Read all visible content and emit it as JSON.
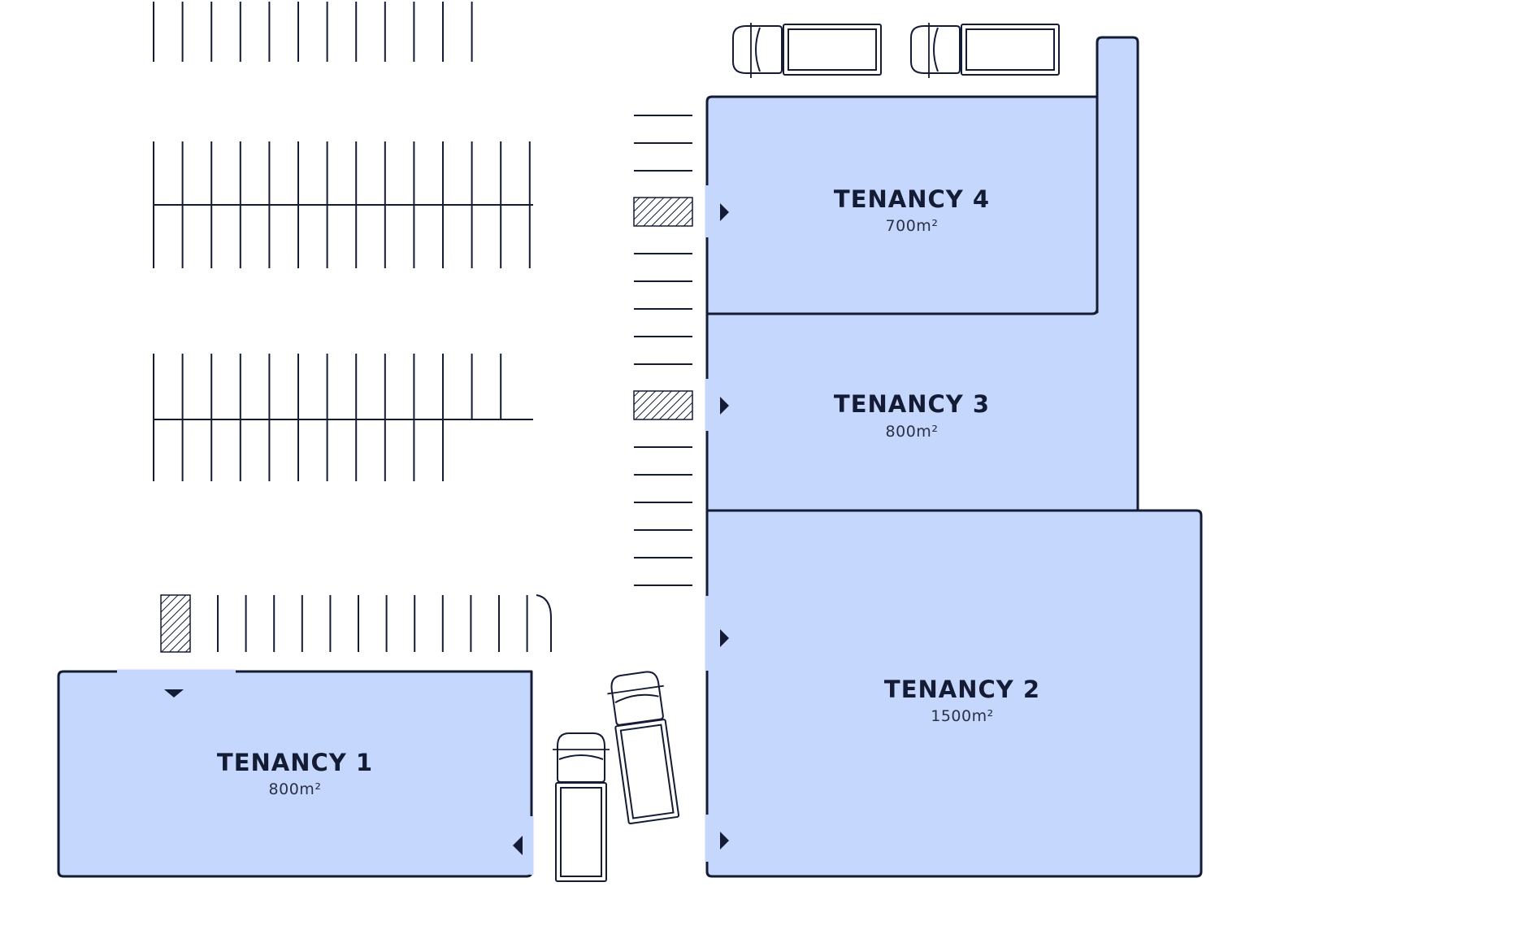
{
  "tenancies": [
    {
      "id": "t4",
      "name": "TENANCY 4",
      "area": "700m²"
    },
    {
      "id": "t3",
      "name": "TENANCY 3",
      "area": "800m²"
    },
    {
      "id": "t2",
      "name": "TENANCY 2",
      "area": "1500m²"
    },
    {
      "id": "t1",
      "name": "TENANCY 1",
      "area": "800m²"
    }
  ],
  "colors": {
    "tenancy_fill": "#c6d7fd",
    "line": "#141b34",
    "background": "#ffffff"
  },
  "icons": [
    "entry-arrow-icon",
    "truck-icon",
    "accessible-parking-hatch"
  ]
}
